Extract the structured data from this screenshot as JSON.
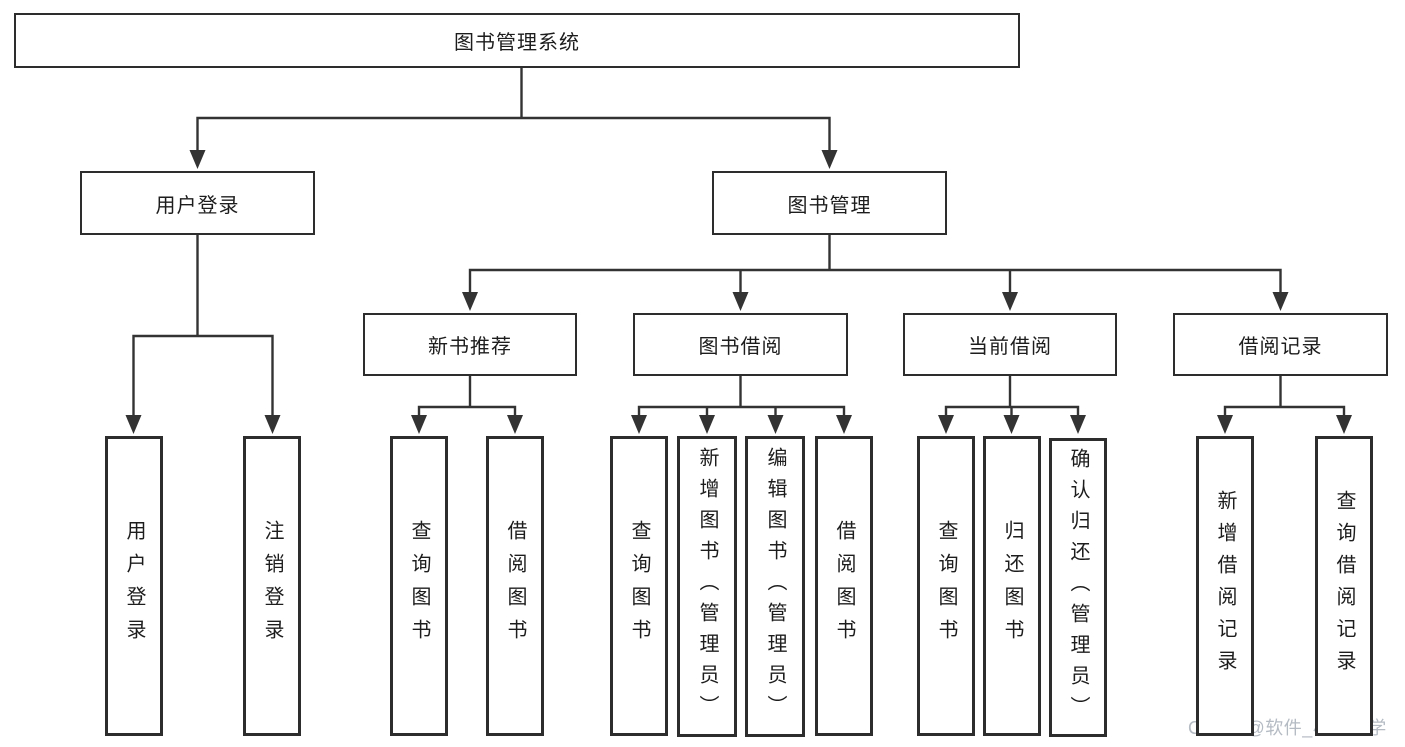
{
  "diagram": {
    "root_label": "图书管理系统",
    "user_login": {
      "label": "用户登录",
      "children": [
        "用户登录",
        "注销登录"
      ]
    },
    "book_mgmt": {
      "label": "图书管理",
      "groups": [
        {
          "label": "新书推荐",
          "children": [
            "查询图书",
            "借阅图书"
          ]
        },
        {
          "label": "图书借阅",
          "children": [
            "查询图书",
            "新增图书（管理员）",
            "编辑图书（管理员）",
            "借阅图书"
          ]
        },
        {
          "label": "当前借阅",
          "children": [
            "查询图书",
            "归还图书",
            "确认归还（管理员）"
          ]
        },
        {
          "label": "借阅记录",
          "children": [
            "新增借阅记录",
            "查询借阅记录"
          ]
        }
      ]
    }
  },
  "watermark": "CSDN @软件_小贺同学",
  "colors": {
    "line": "#333333",
    "box_border": "#2d2d2d",
    "text": "#1d1d1d",
    "watermark": "#b5bbc3",
    "background": "#ffffff"
  }
}
